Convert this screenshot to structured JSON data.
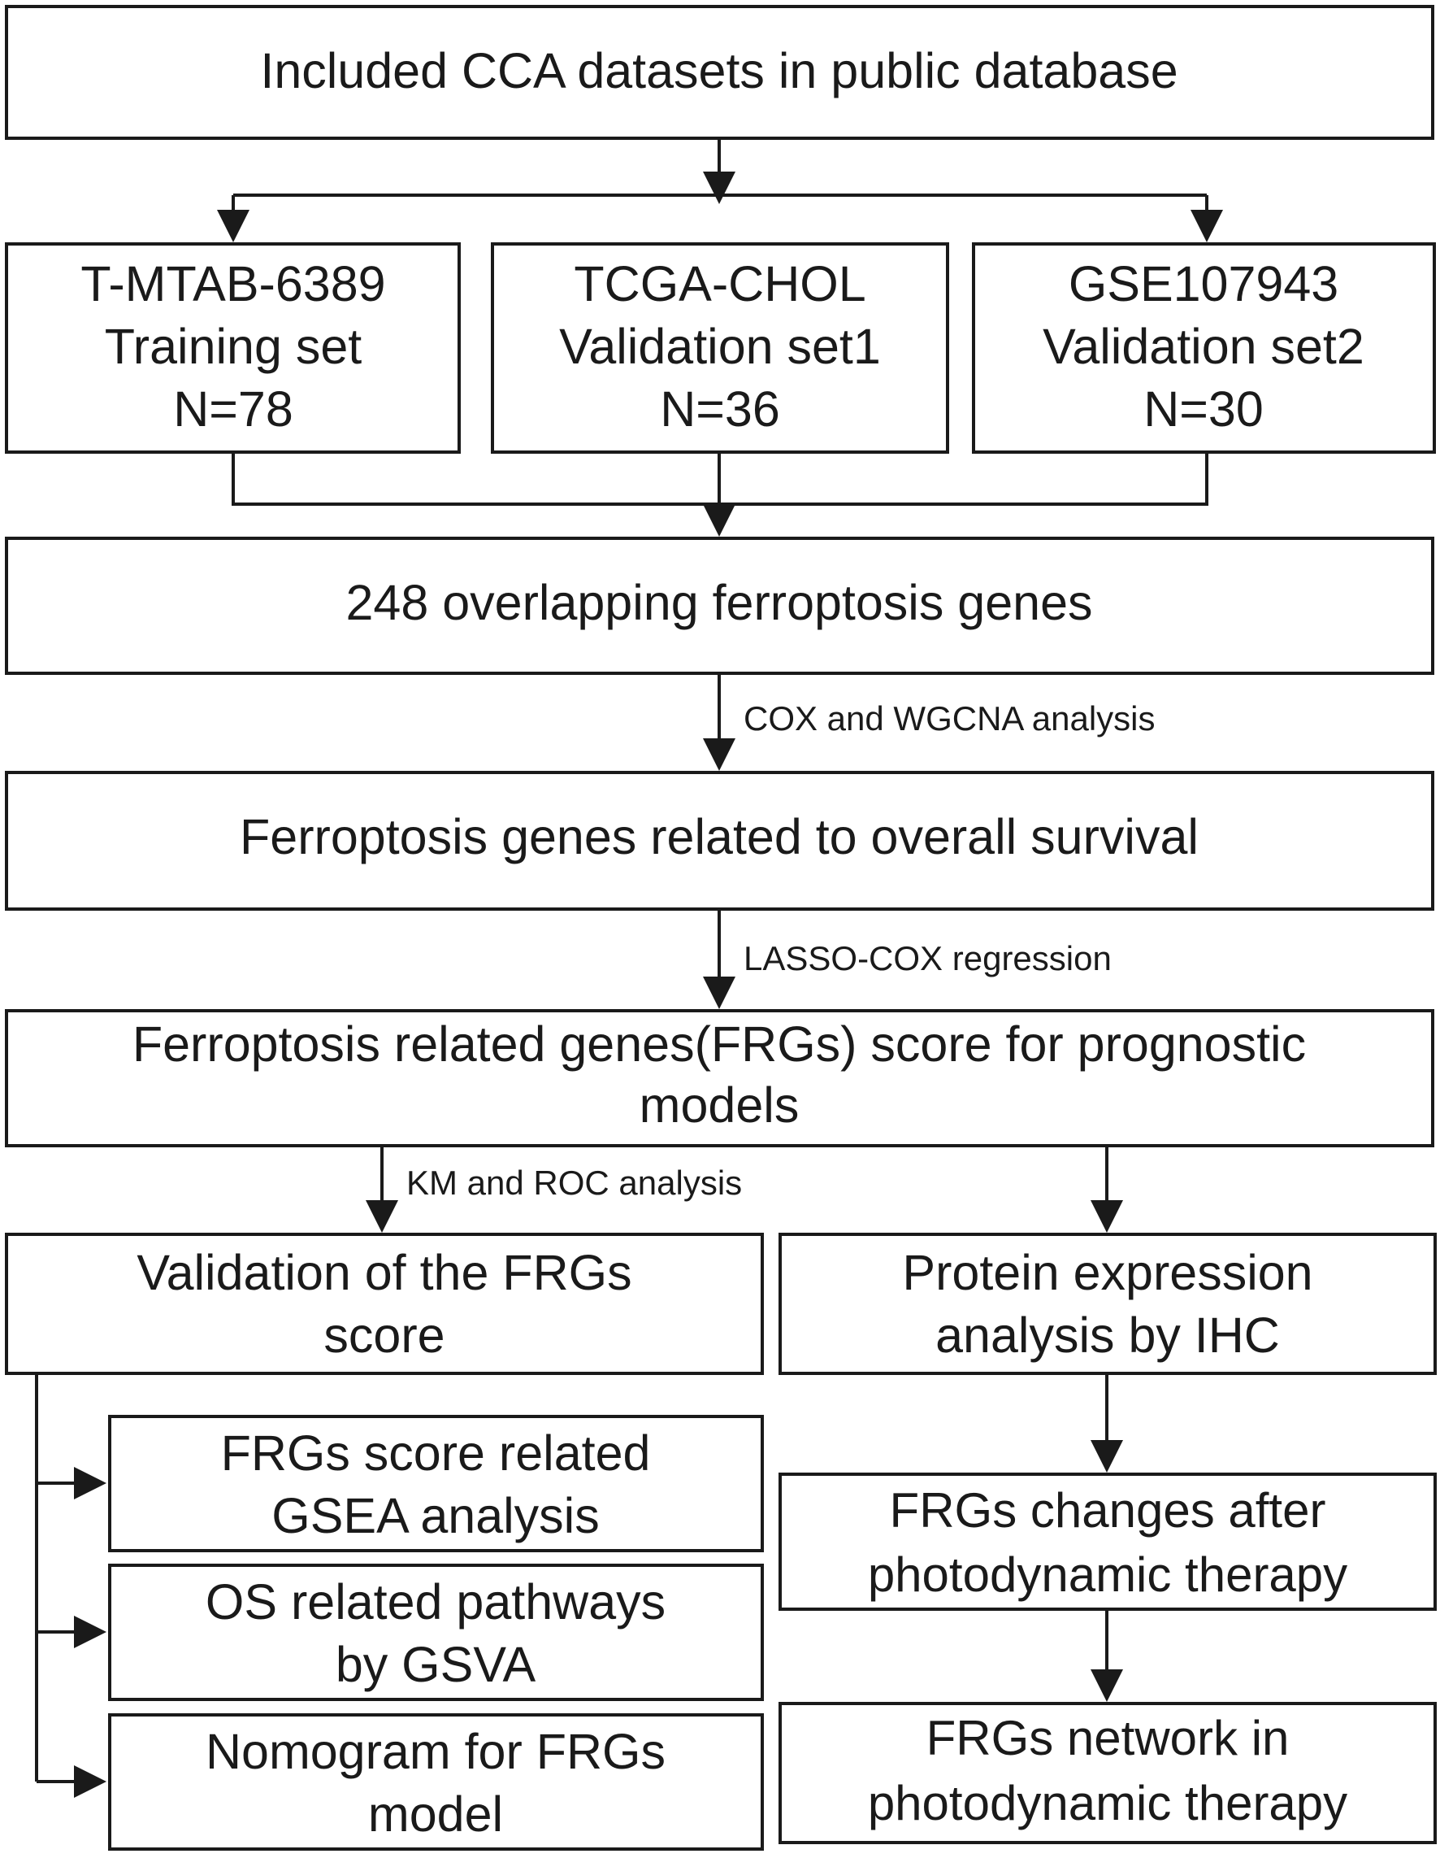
{
  "diagram": {
    "top": "Included CCA datasets in public database",
    "datasets": [
      {
        "line1": "T-MTAB-6389",
        "line2": "Training set",
        "line3": "N=78"
      },
      {
        "line1": "TCGA-CHOL",
        "line2": "Validation set1",
        "line3": "N=36"
      },
      {
        "line1": "GSE107943",
        "line2": "Validation set2",
        "line3": "N=30"
      }
    ],
    "overlap": "248 overlapping ferroptosis genes",
    "edge_cox": "COX and WGCNA analysis",
    "survival": "Ferroptosis genes related to overall survival",
    "edge_lasso": "LASSO-COX regression",
    "frgs_score": {
      "line1": "Ferroptosis related genes(FRGs) score for prognostic",
      "line2": "models"
    },
    "edge_km": "KM and ROC analysis",
    "validation": {
      "line1": "Validation of the FRGs",
      "line2": "score"
    },
    "protein": {
      "line1": "Protein expression",
      "line2": "analysis by IHC"
    },
    "gsea": {
      "line1": "FRGs score related",
      "line2": "GSEA analysis"
    },
    "gsva": {
      "line1": "OS related pathways",
      "line2": "by GSVA"
    },
    "nomogram": {
      "line1": "Nomogram  for FRGs",
      "line2": "model"
    },
    "pdt_changes": {
      "line1": "FRGs changes after",
      "line2": "photodynamic   therapy"
    },
    "pdt_network": {
      "line1": "FRGs network in",
      "line2": "photodynamic   therapy"
    }
  }
}
